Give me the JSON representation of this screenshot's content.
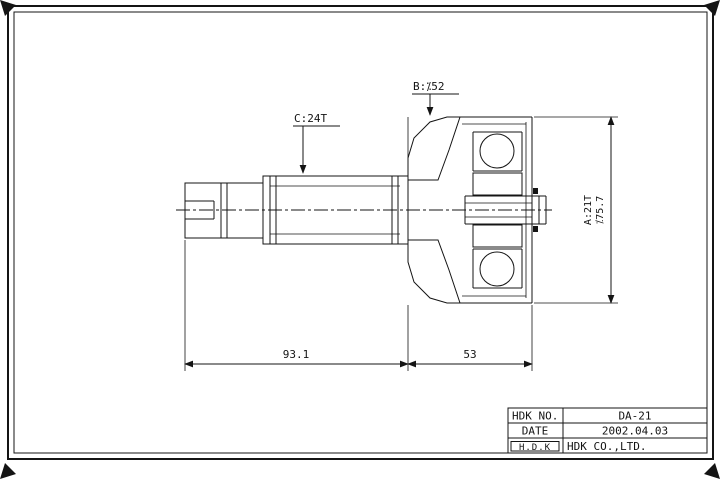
{
  "sheet": {
    "background": "#ffffff",
    "ink": "#141414",
    "description": "CV joint outboard assembly technical drawing"
  },
  "annotations": {
    "outer_spline": "C:24T",
    "housing_groove_diameter": "B:⁒52",
    "inner_spline": "A:21T",
    "outer_diameter": "⁒75.7"
  },
  "dimensions": {
    "shaft_length": "93.1",
    "housing_length": "53"
  },
  "title_block": {
    "rows": [
      {
        "label": "HDK NO.",
        "value": "DA-21"
      },
      {
        "label": "DATE",
        "value": "2002.04.03"
      },
      {
        "label": "H.D.K",
        "value": "HDK CO.,LTD."
      }
    ]
  }
}
